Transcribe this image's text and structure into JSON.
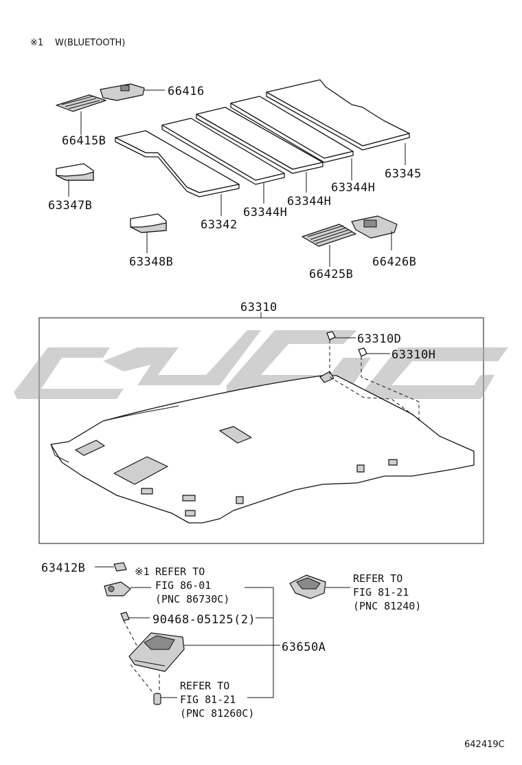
{
  "note": {
    "symbol": "※1",
    "text": "W(BLUETOOTH)"
  },
  "parts": {
    "p66416": "66416",
    "p66415B": "66415B",
    "p63347B": "63347B",
    "p63342": "63342",
    "p63344H_a": "63344H",
    "p63344H_b": "63344H",
    "p63344H_c": "63344H",
    "p63345": "63345",
    "p63348B": "63348B",
    "p66425B": "66425B",
    "p66426B": "66426B",
    "p63310": "63310",
    "p63310D": "63310D",
    "p63310H": "63310H",
    "p63412B": "63412B",
    "p90468": "90468-05125(2)",
    "p63650A": "63650A"
  },
  "references": {
    "ref1": {
      "mark": "※1",
      "line1": "REFER TO",
      "line2": "FIG 86-01",
      "line3": "(PNC 86730C)"
    },
    "ref2": {
      "line1": "REFER TO",
      "line2": "FIG 81-21",
      "line3": "(PNC 81240)"
    },
    "ref3": {
      "line1": "REFER TO",
      "line2": "FIG 81-21",
      "line3": "(PNC 81260C)"
    }
  },
  "figure_id": "642419C",
  "colors": {
    "line": "#111111",
    "watermark": "#a9a9a9",
    "background": "#ffffff"
  }
}
